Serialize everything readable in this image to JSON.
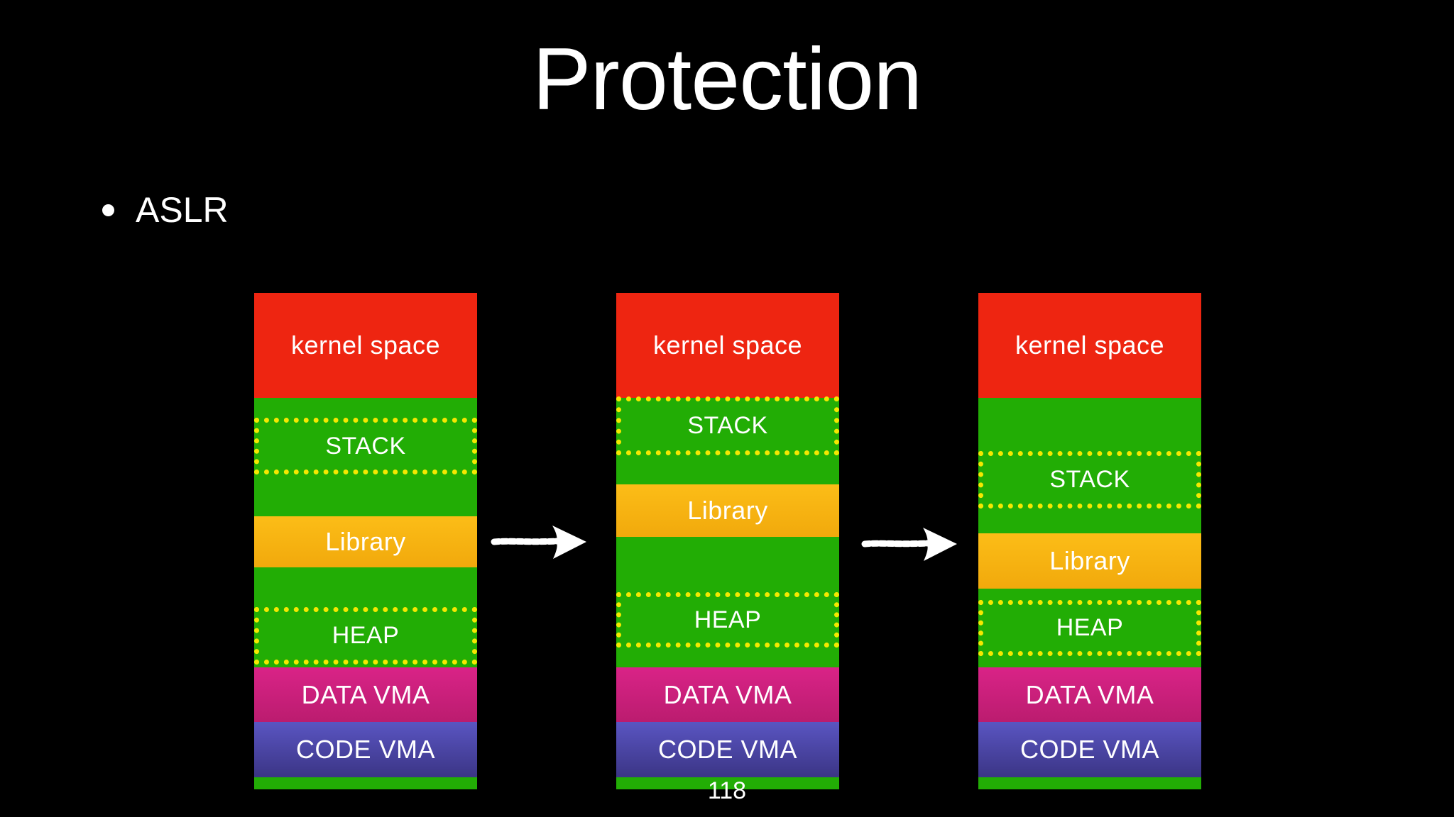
{
  "slide": {
    "title": "Protection",
    "bullet": "ASLR",
    "page_number": "118"
  },
  "colors": {
    "background": "#000000",
    "text": "#ffffff",
    "kernel": "#ee2511",
    "user-space": "#22ad05",
    "library-top": "#fcbd17",
    "library-bottom": "#f1a90c",
    "data-top": "#d92387",
    "data-bottom": "#bb1c6f",
    "code-top": "#5a55c2",
    "code-bottom": "#3b3585",
    "aslr-dash": "#f5e800",
    "arrow": "#ffffff"
  },
  "diagram": {
    "columns": [
      {
        "id": "memory-map-initial",
        "kernel": "kernel space",
        "stack": "STACK",
        "library": "Library",
        "heap": "HEAP",
        "data_vma": "DATA VMA",
        "code_vma": "CODE VMA"
      },
      {
        "id": "memory-map-randomized-1",
        "kernel": "kernel space",
        "stack": "STACK",
        "library": "Library",
        "heap": "HEAP",
        "data_vma": "DATA VMA",
        "code_vma": "CODE VMA"
      },
      {
        "id": "memory-map-randomized-2",
        "kernel": "kernel space",
        "stack": "STACK",
        "library": "Library",
        "heap": "HEAP",
        "data_vma": "DATA VMA",
        "code_vma": "CODE VMA"
      }
    ]
  }
}
